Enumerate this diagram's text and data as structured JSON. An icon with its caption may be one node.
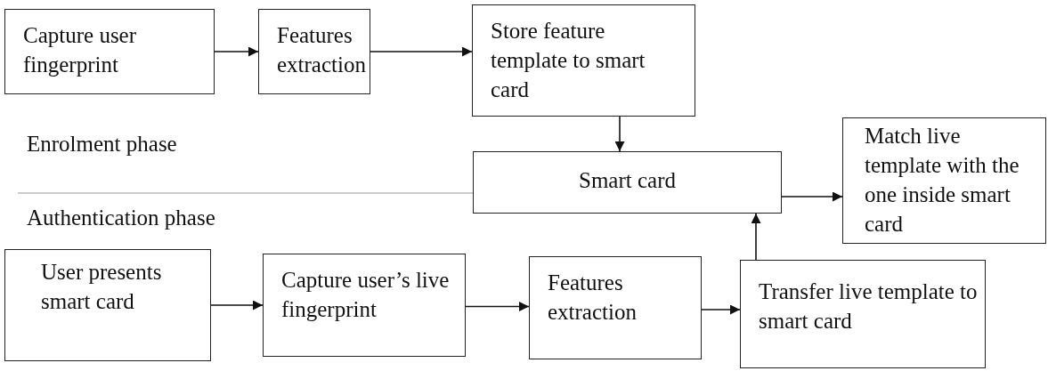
{
  "diagram": {
    "nodes": [
      {
        "text": [
          "Capture user fingerprint"
        ]
      },
      {
        "text": [
          "Features extraction"
        ]
      },
      {
        "text": [
          "Store feature template to smart card"
        ]
      },
      {
        "text": [
          "Smart card"
        ]
      },
      {
        "text": [
          "Match live template with the one inside smart card"
        ]
      },
      {
        "text": [
          "User presents smart card"
        ]
      },
      {
        "text": [
          "Capture user’s live fingerprint"
        ]
      },
      {
        "text": [
          "Features extraction"
        ]
      },
      {
        "text": [
          "Transfer live template to smart card"
        ]
      }
    ],
    "edges": [
      {
        "from": 0,
        "to": 1,
        "arrow": "to"
      },
      {
        "from": 1,
        "to": 2,
        "arrow": "to"
      },
      {
        "from": 2,
        "to": 3,
        "arrow": "to"
      },
      {
        "from": 3,
        "to": 4,
        "arrow": "to"
      },
      {
        "from": 5,
        "to": 6,
        "arrow": "to"
      },
      {
        "from": 6,
        "to": 7,
        "arrow": "to"
      },
      {
        "from": 7,
        "to": 8,
        "arrow": "to"
      },
      {
        "from": 8,
        "to": 3,
        "arrow": "to"
      }
    ],
    "labels": [
      "Enrolment phase",
      "Authentication phase"
    ]
  }
}
